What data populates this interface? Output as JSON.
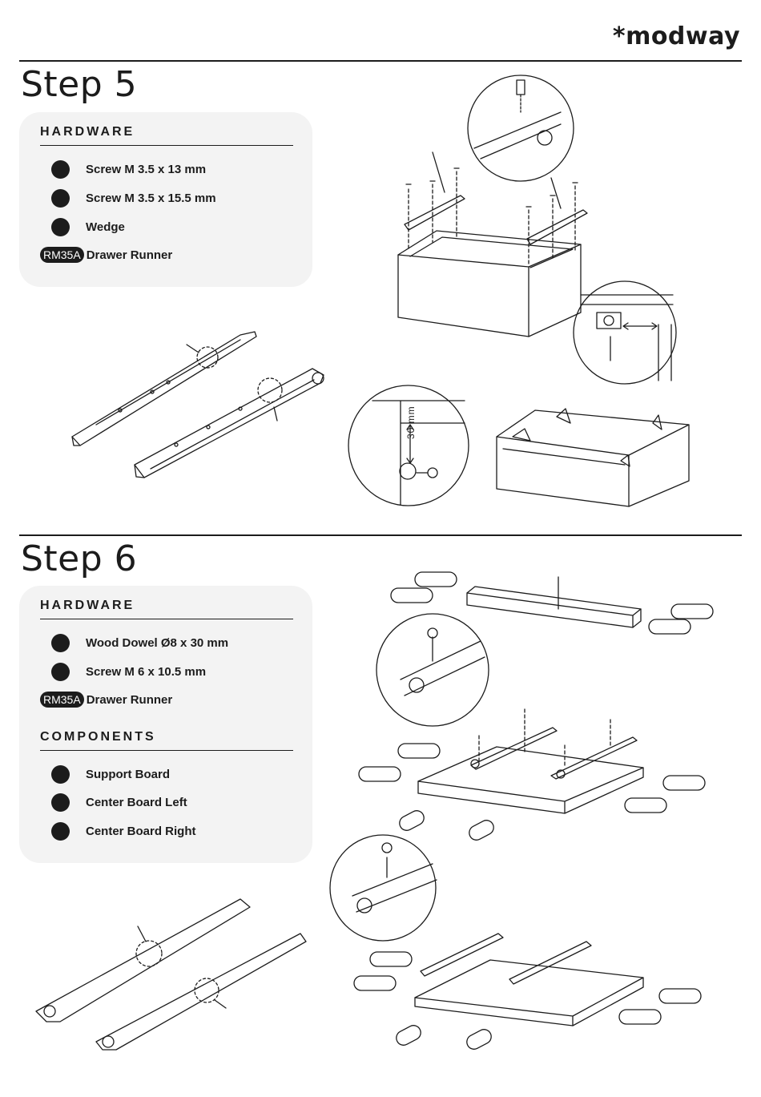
{
  "brand": {
    "logo": "*modway"
  },
  "steps": [
    {
      "title": "Step 5",
      "hardware_heading": "HARDWARE",
      "hardware": [
        {
          "label": "Screw M 3.5 x 13 mm"
        },
        {
          "label": "Screw M 3.5 x 15.5 mm"
        },
        {
          "label": "Wedge"
        },
        {
          "badge": "RM35A",
          "label": "Drawer Runner"
        }
      ],
      "dimension_label": "30 mm"
    },
    {
      "title": "Step 6",
      "hardware_heading": "HARDWARE",
      "hardware": [
        {
          "label": "Wood Dowel Ø8 x 30 mm"
        },
        {
          "label": "Screw M 6 x 10.5 mm"
        },
        {
          "badge": "RM35A",
          "label": "Drawer Runner"
        }
      ],
      "components_heading": "COMPONENTS",
      "components": [
        {
          "label": "Support Board"
        },
        {
          "label": "Center Board Left"
        },
        {
          "label": "Center Board Right"
        }
      ]
    }
  ]
}
